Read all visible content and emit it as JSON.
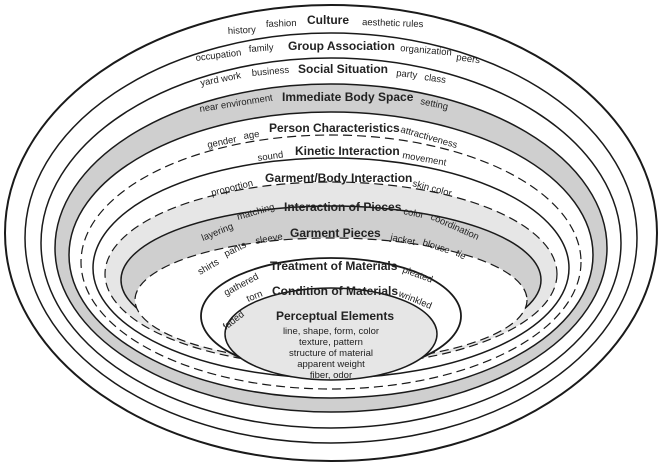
{
  "rings": [
    {
      "title": "Culture",
      "words": [
        "history",
        "fashion",
        "aesthetic rules"
      ]
    },
    {
      "title": "Group Association",
      "words": [
        "occupation",
        "family",
        "organization",
        "peers"
      ]
    },
    {
      "title": "Social Situation",
      "words": [
        "yard work",
        "business",
        "party",
        "class"
      ]
    },
    {
      "title": "Immediate Body Space",
      "words": [
        "near environment",
        "setting"
      ]
    },
    {
      "title": "Person Characteristics",
      "words": [
        "gender",
        "age",
        "attractiveness"
      ]
    },
    {
      "title": "Kinetic Interaction",
      "words": [
        "sound",
        "movement"
      ]
    },
    {
      "title": "Garment/Body Interaction",
      "words": [
        "proportion",
        "skin color"
      ]
    },
    {
      "title": "Interaction of Pieces",
      "words": [
        "layering",
        "matching",
        "color",
        "coordination"
      ]
    },
    {
      "title": "Garment Pieces",
      "words": [
        "shirts",
        "pants",
        "sleeve",
        "jacket",
        "blouse",
        "tie"
      ]
    },
    {
      "title": "Treatment of Materials",
      "words": [
        "gathered",
        "pleated"
      ]
    },
    {
      "title": "Condition of Materials",
      "words": [
        "faded",
        "torn",
        "wrinkled"
      ]
    },
    {
      "title": "Perceptual Elements",
      "words": []
    }
  ],
  "center_lines": [
    "line, shape, form, color",
    "texture, pattern",
    "structure of material",
    "apparent weight",
    "fiber, odor"
  ],
  "colors": {
    "band_gray": "#cfcfcf",
    "band_light": "#e6e6e6",
    "stroke": "#1a1a1a",
    "paper": "#ffffff"
  }
}
